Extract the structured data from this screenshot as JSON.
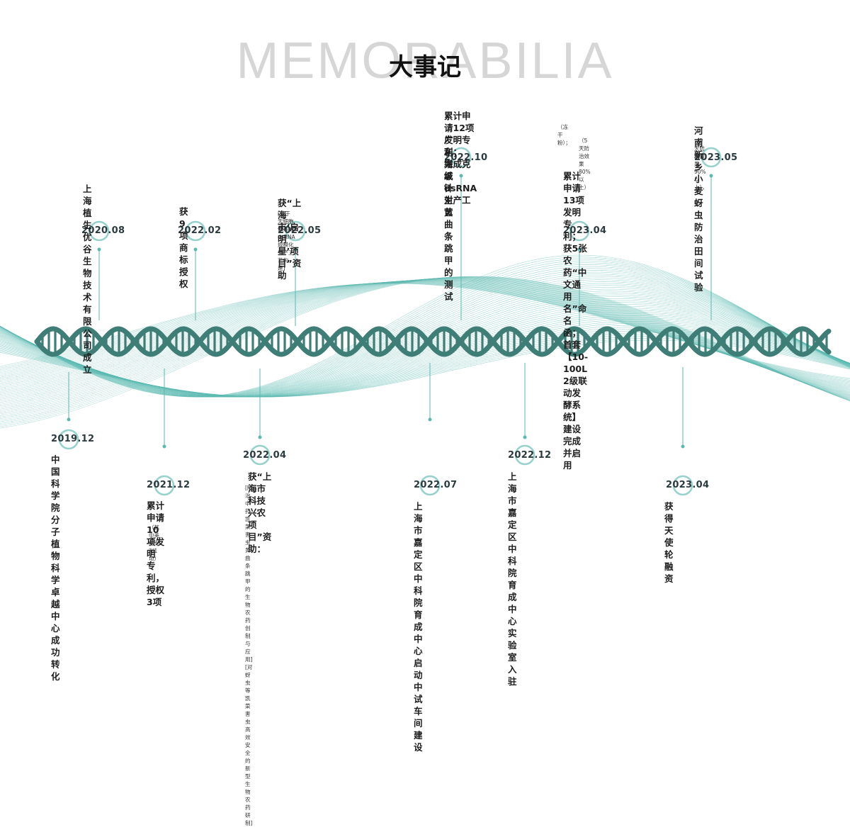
{
  "header": {
    "bg_title": "MEMORABILIA",
    "title": "大事记"
  },
  "colors": {
    "teal": "#5ab9b0",
    "teal_dark": "#3f7d77",
    "ring": "#7cc6bf"
  },
  "events": [
    {
      "id": "e2020_08",
      "date": "2020.08",
      "text": "上海植生优谷\n生物技术有限\n公司成立",
      "note": ""
    },
    {
      "id": "e2022_02",
      "date": "2022.02",
      "text": "获9项商标授权",
      "note": ""
    },
    {
      "id": "e2022_05",
      "date": "2022.05",
      "text": "获“上海市‘启明星’项目”资助",
      "note": "[基于无细胞体系的dsRNA规模化生产工艺构建]"
    },
    {
      "id": "e2022_10",
      "date": "2022.10",
      "text": "累计申请12项发明专利；\n完成克级dsRNA 生产工艺",
      "text_inline_note": "（冻干粉）；",
      "text2": "广东增城针对黄曲条跳甲的测试",
      "text2_note": "（5天防治效果80%以上）",
      "note": ""
    },
    {
      "id": "e2023_04a",
      "date": "2023.04",
      "text": "累计申请13项发明专利；\n获5张农药“中文通用名”命名函；\n首套【10-100L 2级联动发酵系统】\n建设完成并启用",
      "note": ""
    },
    {
      "id": "e2023_05",
      "date": "2023.05",
      "text": "河南新乡小麦蚜虫防治田间试验",
      "note": "（5天防治效果90%以上），"
    },
    {
      "id": "e2019_12",
      "date": "2019.12",
      "text": "中国科学院分子\n植物科学卓越中\n心成功转化",
      "note": ""
    },
    {
      "id": "e2021_12",
      "date": "2021.12",
      "text": "累计申请10项发明\n专利，授权3项",
      "note": "（其中美国专利1项）"
    },
    {
      "id": "e2022_04",
      "date": "2022.04",
      "text": "获“上海市科技兴农项目”资助：",
      "note": "[防治中药凯菜害虫黄曲条跳甲的生物农药创制与应用]\n[对蚜虫等凯菜害虫高效安全的新型生物农药研制]"
    },
    {
      "id": "e2022_07",
      "date": "2022.07",
      "text": "上海市嘉定区中科院\n育成中心启动中试车\n间建设",
      "note": ""
    },
    {
      "id": "e2022_12",
      "date": "2022.12",
      "text": "上海市嘉定区中科院\n育成中心实验室入驻",
      "note": ""
    },
    {
      "id": "e2023_04b",
      "date": "2023.04",
      "text": "获得天使轮融资",
      "note": ""
    }
  ]
}
